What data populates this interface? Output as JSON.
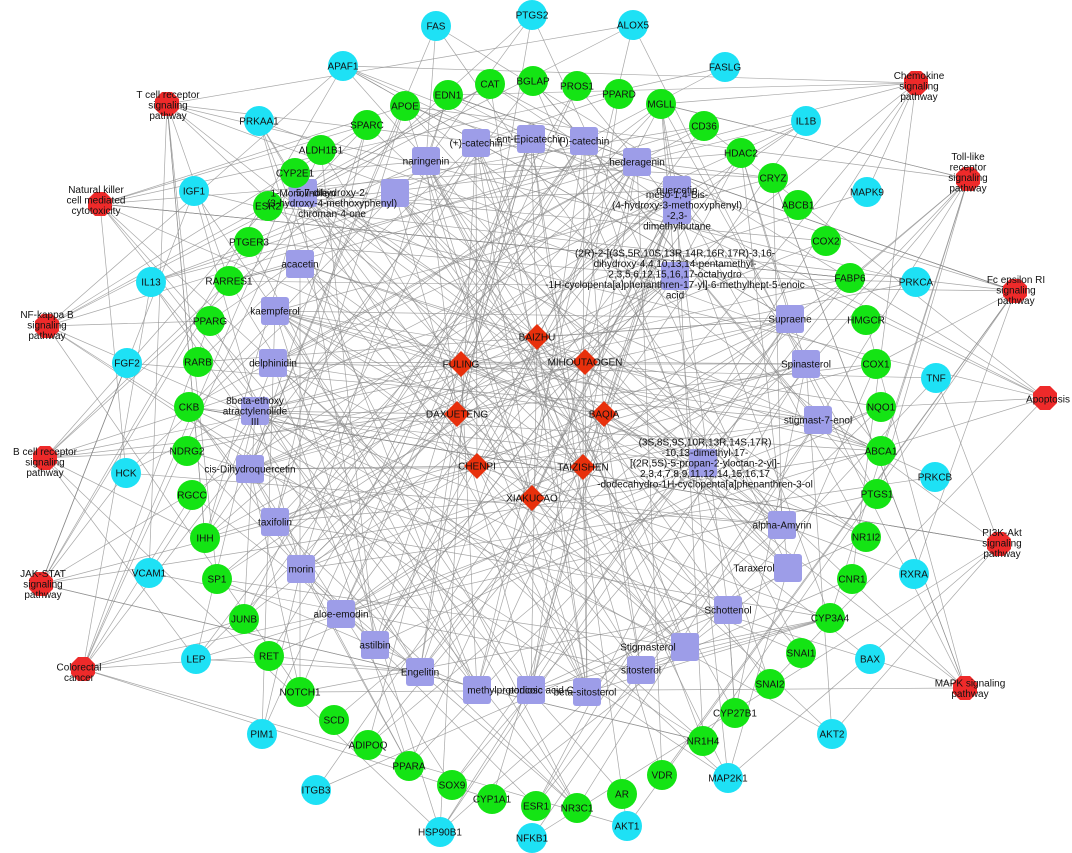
{
  "palette": {
    "herb": "#e8300c",
    "compound": "#9d9de8",
    "target_green": "#14e414",
    "target_cyan": "#1ee1f5",
    "pathway": "#ee2a2a",
    "edge": "#8a8a8a"
  },
  "herbs": [
    "BAIZHU",
    "FULING",
    "MIHOUTAOGEN",
    "DAXUETENG",
    "BAQIA",
    "CHENPI",
    "TAIZISHEN",
    "XIAKUCAO"
  ],
  "compounds": [
    "ent-Epicatechin",
    "(+)-catechin",
    "(-)-catechin",
    "naringenin",
    "hederagenin",
    "quercetin",
    "5,7-dihydroxy-2-\n(3-hydroxy-4-methoxyphenyl)\nchroman-4-one",
    "meso-1,4-Bis-\n(4-hydroxy-3-methoxyphenyl)\n-2,3-\ndimethylbutane",
    "1-Monolinolein",
    "acacetin",
    "(2R)-2-[(3S,5R,10S,13R,14R,16R,17R)-3,16-\ndihydroxy-4,4,10,13,14-pentamethyl-\n2,3,5,6,12,15,16,17-octahydro\n-1H-cyclopenta[a]phenanthren-17-yl]-6-methylhept-5-enoic\nacid",
    "kaempferol",
    "Supraene",
    "delphinidin",
    "Spinasterol",
    "8beta-ethoxy\natractylenolide\nIII",
    "stigmast-7-enol",
    "(3S,8S,9S,10R,13R,14S,17R)\n-10,13-dimethyl-17-\n[(2R,5S)-5-propan-2-yloctan-2-yl]-\n2,3,4,7,8,9,11,12,14,15,16,17\n-dodecahydro-1H-cyclopenta[a]phenanthren-3-ol",
    "cis-Dihydroquercetin",
    "taxifolin",
    "alpha-Amyrin",
    "morin",
    "Taraxerol",
    "aloe-emodin",
    "Schottenol",
    "astilbin",
    "Stigmasterol",
    "Engelitin",
    "sitosterol",
    "methylprotodiosc",
    "poricoic acid C",
    "beta-sitosterol"
  ],
  "targets_green": [
    "APOE",
    "EDN1",
    "CAT",
    "BGLAP",
    "PROS1",
    "PPARD",
    "MGLL",
    "SPARC",
    "ALDH1B1",
    "CD36",
    "HDAC2",
    "CYP2E1",
    "CRYZ",
    "ESR2",
    "ABCB1",
    "PTGER3",
    "COX2",
    "RARRES1",
    "FABP6",
    "PPARG",
    "HMGCR",
    "RARB",
    "COX1",
    "CKB",
    "NQO1",
    "NDRG2",
    "ABCA1",
    "RGCC",
    "PTGS1",
    "IHH",
    "NR1I2",
    "SP1",
    "CNR1",
    "JUNB",
    "CYP3A4",
    "RET",
    "SNAI1",
    "NOTCH1",
    "SNAI2",
    "SCD",
    "CYP27B1",
    "ADIPOQ",
    "NR1H4",
    "PPARA",
    "SOX9",
    "CYP1A1",
    "ESR1",
    "NR3C1",
    "AR",
    "VDR"
  ],
  "targets_cyan": [
    "FAS",
    "PTGS2",
    "ALOX5",
    "APAF1",
    "FASLG",
    "PRKAA1",
    "IL1B",
    "IGF1",
    "MAPK9",
    "IL13",
    "PRKCA",
    "FGF2",
    "TNF",
    "HCK",
    "PRKCB",
    "VCAM1",
    "RXRA",
    "LEP",
    "BAX",
    "PIM1",
    "AKT2",
    "ITGB3",
    "MAP2K1",
    "HSP90B1",
    "NFKB1",
    "AKT1"
  ],
  "pathways": [
    "Chemokine\nsignaling\npathway",
    "T cell receptor\nsignaling\npathway",
    "Toll-like\nreceptor\nsignaling\npathway",
    "Natural killer\ncell mediated\ncytotoxicity",
    "Fc epsilon RI\nsignaling\npathway",
    "NF-kappa B\nsignaling\npathway",
    "Apoptosis",
    "B cell receptor\nsignaling\npathway",
    "PI3K-Akt\nsignaling\npathway",
    "JAK-STAT\nsignaling\npathway",
    "Colorectal\ncancer",
    "MAPK signaling\npathway"
  ]
}
